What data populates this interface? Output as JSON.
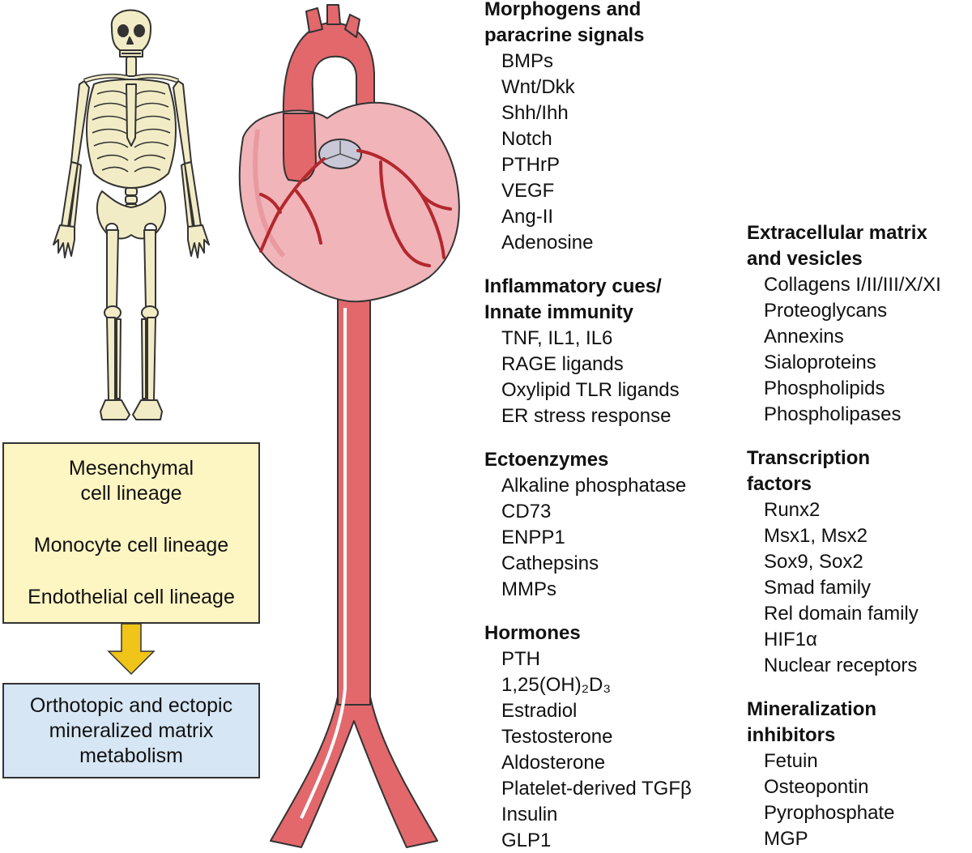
{
  "cell_lineage_box": {
    "mesenchymal": [
      "Mesenchymal",
      "cell lineage"
    ],
    "monocyte": "Monocyte cell lineage",
    "endothelial": "Endothelial cell lineage"
  },
  "matrix_box": {
    "lines": [
      "Orthotopic and ectopic",
      "mineralized matrix",
      "metabolism"
    ]
  },
  "left_column": {
    "morphogens": {
      "heading": [
        "Morphogens and",
        "paracrine signals"
      ],
      "items": [
        "BMPs",
        "Wnt/Dkk",
        "Shh/Ihh",
        "Notch",
        "PTHrP",
        "VEGF",
        "Ang-II",
        "Adenosine"
      ]
    },
    "inflammatory": {
      "heading": [
        "Inflammatory cues/",
        "Innate immunity"
      ],
      "items": [
        "TNF, IL1, IL6",
        "RAGE ligands",
        "Oxylipid TLR ligands",
        "ER stress response"
      ]
    },
    "ectoenzymes": {
      "heading": [
        "Ectoenzymes"
      ],
      "items": [
        "Alkaline phosphatase",
        "CD73",
        "ENPP1",
        "Cathepsins",
        "MMPs"
      ]
    },
    "hormones": {
      "heading": [
        "Hormones"
      ],
      "items": [
        "PTH",
        "1,25(OH)₂D₃",
        "Estradiol",
        "Testosterone",
        "Aldosterone",
        "Platelet-derived TGFβ",
        "Insulin",
        "GLP1"
      ]
    }
  },
  "right_column": {
    "ecm": {
      "heading": [
        "Extracellular matrix",
        "and vesicles"
      ],
      "items": [
        "Collagens I/II/III/X/XI",
        "Proteoglycans",
        "Annexins",
        "Sialoproteins",
        "Phospholipids",
        "Phospholipases"
      ]
    },
    "transcription": {
      "heading": [
        "Transcription",
        "factors"
      ],
      "items": [
        "Runx2",
        "Msx1, Msx2",
        "Sox9, Sox2",
        "Smad family",
        "Rel domain family",
        "HIF1α",
        "Nuclear receptors"
      ]
    },
    "inhibitors": {
      "heading": [
        "Mineralization",
        "inhibitors"
      ],
      "items": [
        "Fetuin",
        "Osteopontin",
        "Pyrophosphate",
        "MGP"
      ]
    }
  },
  "colors": {
    "bone": "#f2ecc6",
    "vessel": "#e2686c",
    "heart": "#f0b4b9",
    "coronary": "#b3272d",
    "valve": "#c8c8d8",
    "lineage_fill": "#fdf5c2",
    "matrix_fill": "#d6e6f4",
    "arrow": "#f0c419"
  }
}
